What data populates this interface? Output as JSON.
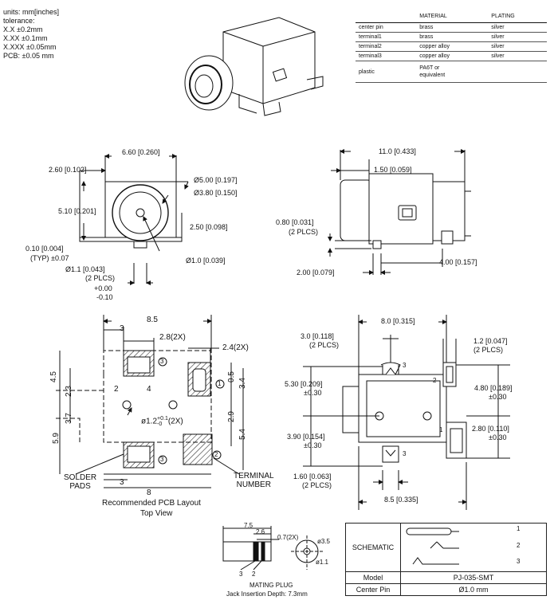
{
  "tolerances": {
    "units": "units: mm[inches]",
    "title": "tolerance:",
    "xx": "X.X ±0.2mm",
    "xxx": "X.XX ±0.1mm",
    "xxxx": "X.XXX ±0.05mm",
    "pcb": "PCB: ±0.05 mm"
  },
  "materials": {
    "headers": [
      "",
      "MATERIAL",
      "PLATING"
    ],
    "rows": [
      [
        "center pin",
        "brass",
        "silver"
      ],
      [
        "terminal1",
        "brass",
        "silver"
      ],
      [
        "terminal2",
        "copper alloy",
        "silver"
      ],
      [
        "terminal3",
        "copper alloy",
        "silver"
      ],
      [
        "plastic",
        "PA6T or\nequivalent",
        ""
      ]
    ]
  },
  "front_view": {
    "dim_top_width": "6.60 [0.260]",
    "dim_left_offset": "2.60 [0.102]",
    "dim_height": "5.10 [0.201]",
    "dim_bottom_gap": "0.10 [0.004]",
    "dim_bottom_gap_note": "(TYP) ±0.07",
    "dim_outer_dia": "Ø5.00 [0.197]",
    "dim_inner_dia": "Ø3.80 [0.150]",
    "dim_center_height": "2.50 [0.098]",
    "dim_pin_dia": "Ø1.0 [0.039]",
    "dim_leg_dia": "Ø1.1 [0.043]",
    "dim_leg_note": "(2 PLCS)",
    "dim_leg_tol_plus": "+0.00",
    "dim_leg_tol_minus": "-0.10"
  },
  "side_view": {
    "dim_length": "11.0 [0.433]",
    "dim_front": "1.50 [0.059]",
    "dim_peg_height": "0.80 [0.031]",
    "dim_peg_note": "(2 PLCS)",
    "dim_peg_width": "2.00 [0.079]",
    "dim_peg_spacing": "4.00 [0.157]"
  },
  "pcb_layout": {
    "dims": [
      "8.5",
      "3",
      "2.8(2X)",
      "2.4(2X)",
      "4.5",
      "2.3",
      "2",
      "4",
      "0.5",
      "3.4",
      "3.7",
      "5.9",
      "2.9",
      "5.4",
      "3",
      "8"
    ],
    "hole_label": "ø1.2",
    "hole_tol_plus": "+0.1",
    "hole_tol_minus": "-0",
    "hole_count": "(2X)",
    "terminal_markers": [
      "3",
      "1",
      "3",
      "2"
    ],
    "solder_pads_label": "SOLDER\nPADS",
    "terminal_number_label": "TERMINAL\nNUMBER",
    "caption_line1": "Recommended PCB Layout",
    "caption_line2": "Top View"
  },
  "bottom_view": {
    "dim_width": "8.0 [0.315]",
    "dim_a": "3.0 [0.118]",
    "dim_a_note": "(2 PLCS)",
    "dim_b": "1.2 [0.047]",
    "dim_b_note": "(2 PLCS)",
    "dim_c": "5.30 [0.209]",
    "dim_c_tol": "±0.30",
    "dim_d": "4.80 [0.189]",
    "dim_d_tol": "±0.30",
    "dim_e": "3.90 [0.154]",
    "dim_e_tol": "±0.30",
    "dim_f": "2.80 [0.110]",
    "dim_f_tol": "±0.30",
    "dim_g": "1.60 [0.063]",
    "dim_g_note": "(2 PLCS)",
    "dim_total": "8.5 [0.335]",
    "terminal_markers": [
      "3",
      "2",
      "1",
      "3"
    ]
  },
  "plug": {
    "dims": [
      "7.5",
      "2.6",
      "0.7(2X)",
      "ø3.5",
      "ø1.1"
    ],
    "markers": [
      "3",
      "2"
    ],
    "caption_line1": "MATING PLUG",
    "caption_line2": "Jack Insertion Depth: 7.3mm"
  },
  "schematic": {
    "title": "SCHEMATIC",
    "pins": [
      "1",
      "2",
      "3"
    ],
    "model_label": "Model",
    "model_value": "PJ-035-SMT",
    "pin_label": "Center Pin",
    "pin_value": "Ø1.0 mm"
  }
}
